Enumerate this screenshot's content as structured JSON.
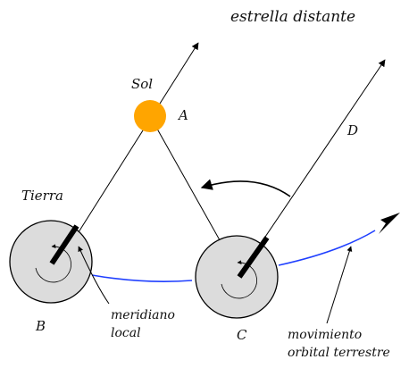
{
  "labels": {
    "star": "estrella distante",
    "sun": "Sol",
    "point_a": "A",
    "earth": "Tierra",
    "point_d": "D",
    "point_b": "B",
    "point_c": "C",
    "meridian_line1": "meridiano",
    "meridian_line2": "local",
    "orbit_line1": "movimiento",
    "orbit_line2": "orbital terrestre"
  },
  "colors": {
    "sun_fill": "#FFA500",
    "earth_fill": "#DCDCDC",
    "orbit": "#1F3FFF",
    "ink": "#000000"
  }
}
